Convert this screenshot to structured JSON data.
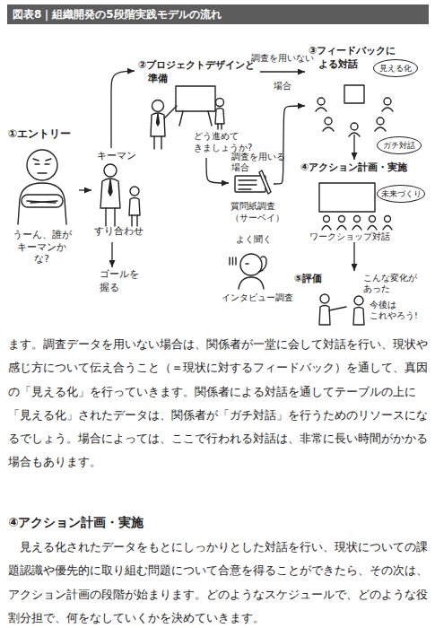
{
  "diagram": {
    "title": "図表8｜組織開発の5段階実践モデルの流れ",
    "nodes": [
      {
        "text": [
          "①エントリー",
          "うーん、誰がキーマンかな?"
        ]
      },
      {
        "text": [
          "キーマン",
          "すり合わせ"
        ]
      },
      {
        "text": [
          "ゴールを握る"
        ]
      },
      {
        "text": [
          "②プロジェクトデザインと準備",
          "どう進めてきましょうか?"
        ]
      },
      {
        "text": [
          "③フィードバックによる対話"
        ]
      },
      {
        "text": [
          "見える化"
        ]
      },
      {
        "text": [
          "質問紙調査（サーベイ）"
        ]
      },
      {
        "text": [
          "ガチ対話"
        ]
      },
      {
        "text": [
          "④アクション計画・実施",
          "ワークショップ対話"
        ]
      },
      {
        "text": [
          "未来づくり"
        ]
      },
      {
        "text": [
          "よく聞く",
          "インタビュー調査"
        ]
      },
      {
        "text": [
          "⑤評価",
          "こんな変化があった",
          "今後はこれやろう!"
        ]
      }
    ],
    "edges": [
      {
        "from": 0,
        "to": 1,
        "arrow": "to"
      },
      {
        "from": 1,
        "to": 2,
        "arrow": "to"
      },
      {
        "from": 1,
        "to": 3,
        "arrow": "to"
      },
      {
        "from": 3,
        "to": 4,
        "label": "調査を用いない場合",
        "arrow": "to"
      },
      {
        "from": 3,
        "to": 6,
        "label": "調査を用いる場合",
        "arrow": "to"
      },
      {
        "from": 6,
        "to": 4,
        "arrow": "to"
      },
      {
        "from": 4,
        "to": 8,
        "arrow": "to"
      },
      {
        "from": 8,
        "to": 11,
        "arrow": "to"
      }
    ],
    "labels": [
      "ます。調査データを用いない場合は、関係者が一堂に会して対話を行い、現状や感じ方について伝え合うこと（＝現状に対するフィードバック）を通して、真因の「見える化」を行っていきます。関係者による対話を通してテーブルの上に「見える化」されたデータは、関係者が「ガチ対話」を行うためのリソースになるでしょう。場合によっては、ここで行われる対話は、非常に長い時間がかかる場合もあります。",
      "④アクション計画・実施",
      "見える化されたデータをもとにしっかりとした対話を行い、現状についての課題認識や優先的に取り組む問題について合意を得ることができたら、その次は、アクション計画の段階が始まります。どのようなスケジュールで、どのような役割分担で、何をなしていくかを決めていきます。"
    ]
  }
}
